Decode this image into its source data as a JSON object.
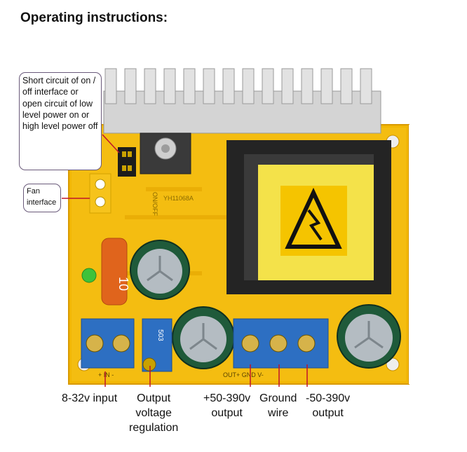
{
  "title": "Operating instructions:",
  "callouts": {
    "switch": "Short circuit of on / off interface or open  circuit of low level power on or high  level power off",
    "fan": "Fan interface"
  },
  "board_markings": {
    "model": "YH11068A",
    "switch_mark": "ON/OFF",
    "resistor_code": "10",
    "pot_code": "503",
    "input_pins": "+  IN  -",
    "output_pins": "OUT+   GND   V-"
  },
  "terminal_labels": [
    {
      "id": "input",
      "text": "8-32v input"
    },
    {
      "id": "regulation",
      "text": "Output\nvoltage\nregulation"
    },
    {
      "id": "pos-output",
      "text": "+50-390v\noutput"
    },
    {
      "id": "ground",
      "text": "Ground\nwire"
    },
    {
      "id": "neg-output",
      "text": "-50-390v\noutput"
    }
  ],
  "colors": {
    "pcb": "#f2b705",
    "heatsink": "#c8c8c8",
    "terminal": "#2d6fc2",
    "transformer_tape": "#f4e24a",
    "pointer": "#c0142a"
  }
}
